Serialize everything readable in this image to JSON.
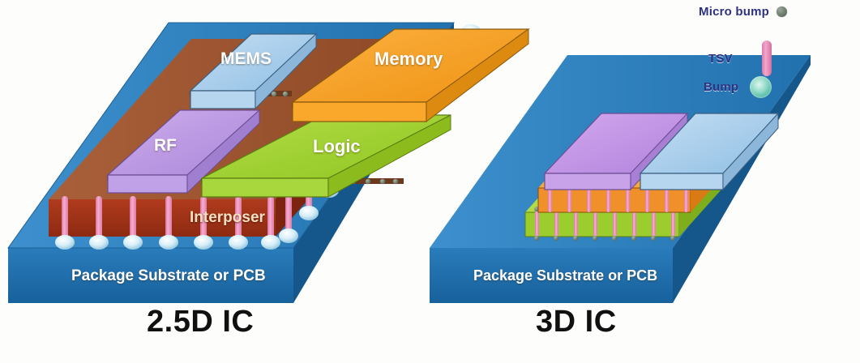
{
  "background": "#fdfdfc",
  "legend": {
    "items": [
      {
        "label": "Micro bump",
        "marker": "microbump-dot-icon",
        "color": "#6f7d6d"
      },
      {
        "label": "TSV",
        "marker": "tsv-bar-icon",
        "color": "#e88ab5"
      },
      {
        "label": "Bump",
        "marker": "bump-circle-icon",
        "color": "#3fae97"
      }
    ]
  },
  "diagrams": [
    {
      "caption": "2.5D IC",
      "substrate_label": "Package Substrate or PCB",
      "interposer_label": "Interposer",
      "dies": [
        {
          "label": "MEMS",
          "color": "#a8cdeb"
        },
        {
          "label": "Memory",
          "color": "#f5a623"
        },
        {
          "label": "RF",
          "color": "#bb9ae0"
        },
        {
          "label": "Logic",
          "color": "#a3d134"
        }
      ]
    },
    {
      "caption": "3D IC",
      "substrate_label": "Package Substrate or PCB",
      "dies": [
        {
          "label": "",
          "color": "#c89ae0"
        },
        {
          "label": "",
          "color": "#a8cdeb"
        },
        {
          "label": "",
          "color": "#f08a2a"
        },
        {
          "label": "",
          "color": "#a3d134"
        }
      ]
    }
  ],
  "colors": {
    "substrate_top": "#2b7fc0",
    "substrate_front": "#1c6ba8",
    "substrate_side": "#165a90",
    "interposer_top": "#a05a32",
    "interposer_front": "#a8321a",
    "interposer_side": "#7d2410",
    "tsv": "#f08fb8",
    "bump": "#dff0f8",
    "microbump": "#6f7d6d"
  }
}
